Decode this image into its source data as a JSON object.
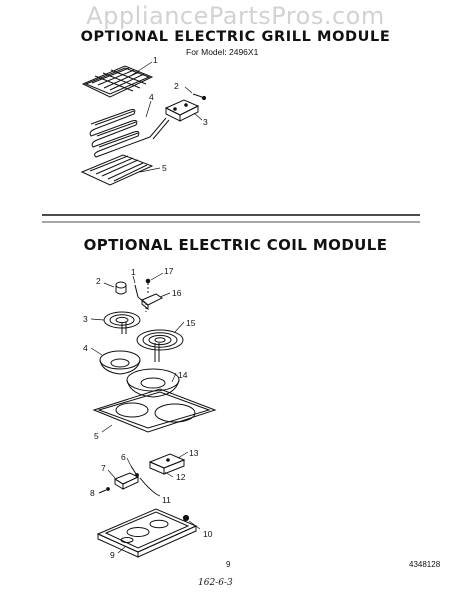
{
  "watermark": "AppliancePartsPros.com",
  "grill_section": {
    "title": "OPTIONAL ELECTRIC GRILL MODULE",
    "model_line": "For Model: 2496X1",
    "callouts": [
      "1",
      "2",
      "3",
      "4",
      "5"
    ]
  },
  "coil_section": {
    "title": "OPTIONAL ELECTRIC COIL MODULE",
    "callouts": [
      "1",
      "2",
      "3",
      "4",
      "5",
      "6",
      "7",
      "8",
      "9",
      "10",
      "11",
      "12",
      "13",
      "14",
      "15",
      "16",
      "17"
    ]
  },
  "footer": {
    "page_number": "9",
    "document_number": "4348128",
    "handwritten_note": "162-6-3"
  }
}
